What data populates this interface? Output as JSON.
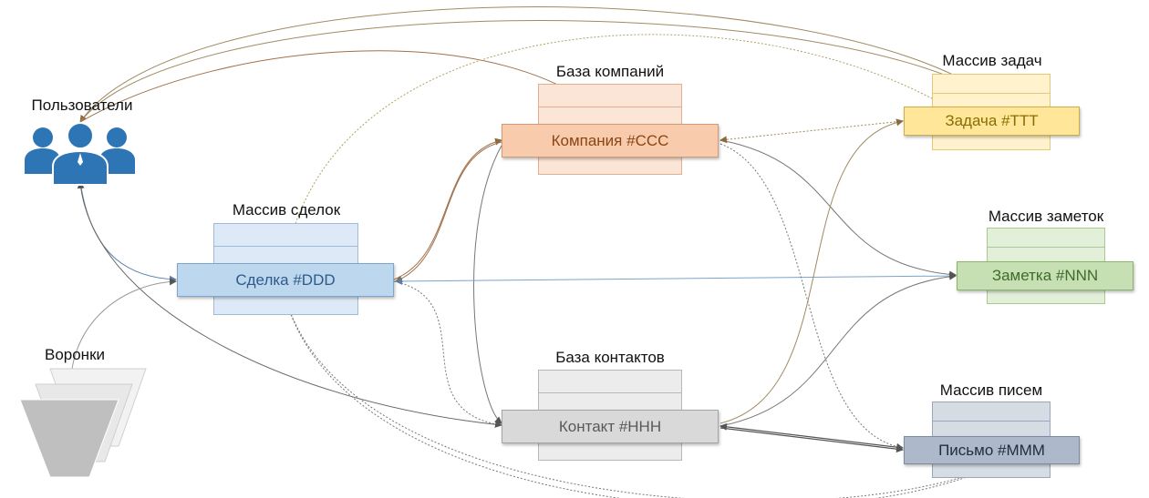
{
  "titles": {
    "users": "Пользователи",
    "funnels": "Воронки",
    "deals": "Массив сделок",
    "companies": "База компаний",
    "contacts": "База контактов",
    "tasks": "Массив задач",
    "notes": "Массив заметок",
    "emails": "Массив писем"
  },
  "nodes": {
    "deal": "Сделка #DDD",
    "company": "Компания #CCC",
    "contact": "Контакт #HHH",
    "task": "Задача #TTT",
    "note": "Заметка #NNN",
    "email": "Письмо #MMM"
  },
  "icons": {
    "users": "users-group-icon",
    "funnels": "funnel-icon"
  },
  "colors": {
    "deal": "#bdd7ee",
    "company": "#f8cbad",
    "contact": "#d9d9d9",
    "task": "#ffe699",
    "note": "#c6e0b4",
    "email": "#adb9ca",
    "users_icon": "#2e75b6"
  }
}
